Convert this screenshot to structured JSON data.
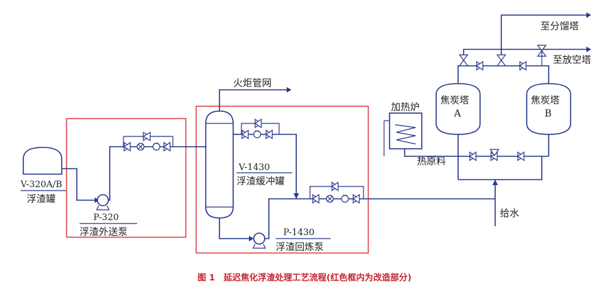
{
  "colors": {
    "pipe": "#2b3a8c",
    "highlight_box": "#d8343a",
    "caption": "#c8242f"
  },
  "equipment": {
    "tank": {
      "tag": "V-320A/B",
      "name": "浮渣罐"
    },
    "pump_out": {
      "tag": "P-320",
      "name": "浮渣外送泵"
    },
    "buffer_tank": {
      "tag": "V-1430",
      "name": "浮渣缓冲罐"
    },
    "pump_back": {
      "tag": "P-1430",
      "name": "浮渣回炼泵"
    },
    "heater": {
      "name": "加热炉"
    },
    "coke_drum_a": {
      "line1": "焦炭塔",
      "line2": "A"
    },
    "coke_drum_b": {
      "line1": "焦炭塔",
      "line2": "B"
    }
  },
  "streams": {
    "flare": "火炬管网",
    "to_fractionator": "至分馏塔",
    "to_blowdown": "至放空塔",
    "hot_feed": "热原料",
    "water": "给水"
  },
  "caption": "图 1　延迟焦化浮渣处理工艺流程(红色框内为改造部分)"
}
